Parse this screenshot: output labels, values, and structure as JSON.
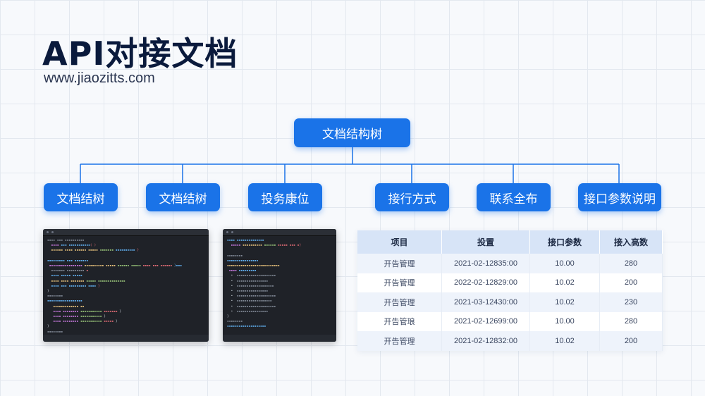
{
  "header": {
    "title": "API对接文档",
    "subtitle": "www.jiaozitts.com"
  },
  "tree": {
    "root": "文档结构树",
    "children": [
      "文档结树",
      "文档结树",
      "投务康位",
      "接行方式",
      "联系全布",
      "接口参数说明"
    ]
  },
  "colors": {
    "accent": "#1a73e8",
    "title": "#0a1a3c",
    "table_header": "#d7e4f7"
  },
  "table": {
    "headers": [
      "项目",
      "投置",
      "接口参数",
      "接入高数"
    ],
    "rows": [
      [
        "开告管理",
        "2021-02-12835:00",
        "10.00",
        "280"
      ],
      [
        "开告管理",
        "2022-02-12829:00",
        "10.02",
        "200"
      ],
      [
        "开告管理",
        "2021-03-12430:00",
        "10.02",
        "230"
      ],
      [
        "开告管琅",
        "2021-02-12699:00",
        "10.00",
        "280"
      ],
      [
        "开告管理",
        "2021-02-12832:00",
        "10.02",
        "200"
      ]
    ]
  }
}
